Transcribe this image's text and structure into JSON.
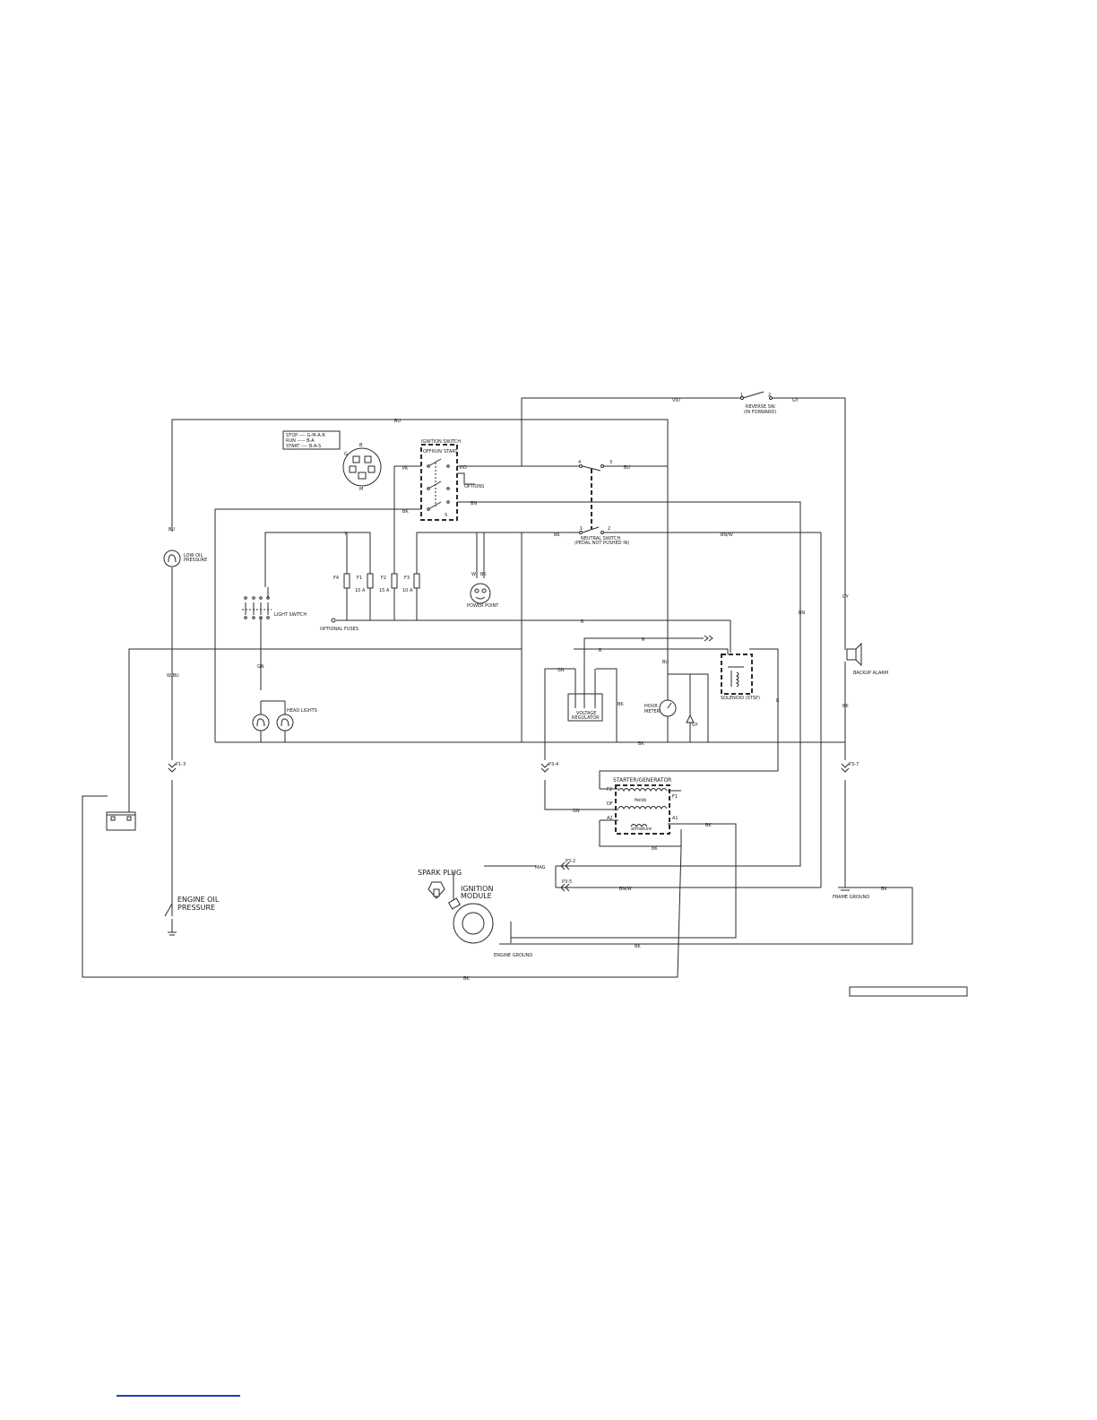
{
  "wires": {
    "bu_top": "BU",
    "vio_top": "VIO",
    "gy_top": "GY",
    "pk": "PK",
    "vio": "VIO",
    "bu_ign": "BU",
    "bk_ign": "BK",
    "bn_ign": "BN",
    "y": "Y",
    "bk_neutral": "BK",
    "bn_w": "BN/W",
    "w": "W",
    "bk_pp": "BK",
    "r1": "R",
    "r2": "R",
    "r3": "R",
    "r_right": "R",
    "bu_left": "BU",
    "w_bu": "W/BU",
    "gn_light": "GN",
    "gn_reg": "GN",
    "bk_reg": "BK",
    "bu_meter": "BU",
    "gy_meter": "GY",
    "bn_right": "BN",
    "gy_right": "GY",
    "bk_right": "BK",
    "bk_bottom": "BK",
    "p1_3": "P1-3",
    "p3_4": "P3-4",
    "p3_7": "P3-7",
    "gn_start": "GN",
    "bk_a1": "BK",
    "bk_gen": "BK",
    "mag": "MAG",
    "p3_2": "P3-2",
    "p3_5": "P3-5",
    "bn_w2": "BN/W",
    "bk_frame": "BK",
    "bk_engine": "BK",
    "bk_battery": "BK",
    "sw_4": "4",
    "sw_3": "3",
    "sw_1": "1",
    "sw_2": "2",
    "rev_1": "1",
    "rev_2": "2"
  },
  "components": {
    "reverse_switch": [
      "REVERSE SW.",
      "(IN FORWARD)"
    ],
    "key_legend": {
      "stop": "STOP ---- G-M-A-R",
      "run": "RUN ----- B-A",
      "start": "START ---- B-A-S"
    },
    "ignition_switch": {
      "title": "IGNITION SWITCH",
      "positions": [
        "OFF",
        "RUN",
        "START"
      ],
      "terminals": [
        "G",
        "M",
        "A",
        "B",
        "S",
        "R"
      ]
    },
    "options": "OPTIONS",
    "neutral_switch": [
      "NEUTRAL SWITCH",
      "(PEDAL NOT PUSHED IN)"
    ],
    "low_oil": [
      "LOW OIL",
      "PRESSURE"
    ],
    "fuses": {
      "names": [
        "F4",
        "F1",
        "F2",
        "F3"
      ],
      "ratings": [
        "10 A",
        "15 A",
        "10 A"
      ]
    },
    "optional_fuses": "OPTIONAL FUSES",
    "power_point": "POWER POINT",
    "light_switch": "LIGHT SWITCH",
    "head_lights": "HEAD LIGHTS",
    "voltage_regulator": [
      "VOLTAGE",
      "REGULATOR"
    ],
    "hour_meter": [
      "HOUR",
      "METER"
    ],
    "solenoid": "SOLENOID (STSP)",
    "backup_alarm": "BACKUP ALARM",
    "starter_generator": "STARTER/GENERATOR",
    "field": "fields",
    "armature": "armature",
    "terminals": {
      "f2": "F2",
      "df": "DF",
      "a2": "A2",
      "f1": "F1",
      "a1": "A1"
    },
    "spark_plug": "SPARK PLUG",
    "ignition_module": [
      "IGNITION",
      "MODULE"
    ],
    "engine_ground": "ENGINE GROUND",
    "frame_ground": "FRAME GROUND",
    "engine_oil": [
      "ENGINE OIL",
      "PRESSURE"
    ]
  }
}
